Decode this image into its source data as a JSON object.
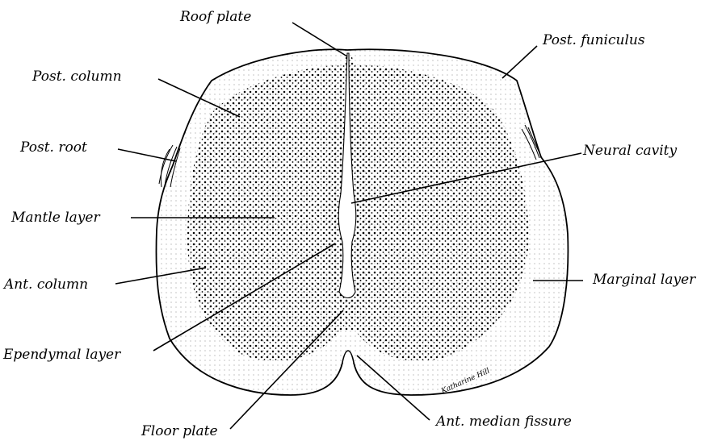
{
  "labels": {
    "roof_plate": "Roof plate",
    "post_funiculus": "Post. funiculus",
    "post_column": "Post. column",
    "post_root": "Post. root",
    "neural_cavity": "Neural cavity",
    "mantle_layer": "Mantle layer",
    "ant_column": "Ant. column",
    "marginal_layer": "Marginal layer",
    "ependymal_layer": "Ependymal layer",
    "floor_plate": "Floor plate",
    "ant_median_fissure": "Ant. median fissure"
  },
  "signature": "Katharine Hill"
}
